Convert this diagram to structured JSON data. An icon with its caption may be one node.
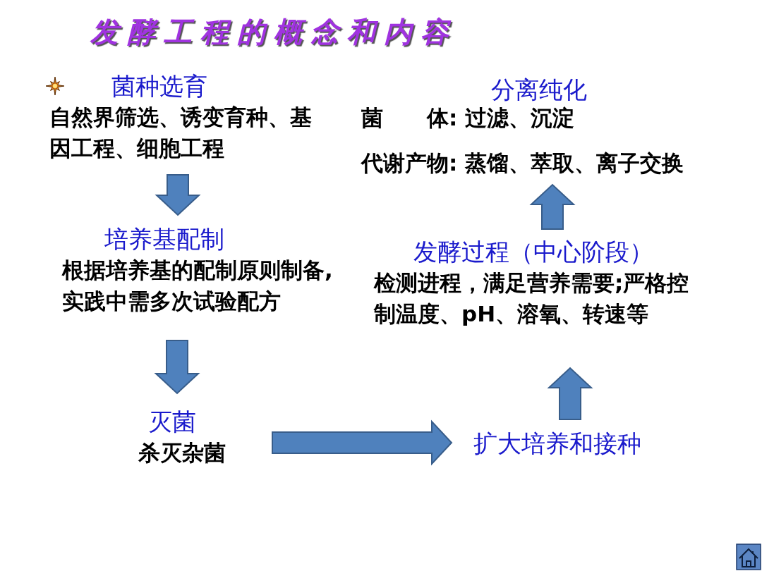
{
  "diagram": {
    "title": "发酵工程的概念和内容",
    "nodes": [
      {
        "text": [
          "菌种选育",
          "自然界筛选、诱变育种、基因工程、细胞工程"
        ]
      },
      {
        "text": [
          "培养基配制",
          "根据培养基的配制原则制备,实践中需多次试验配方"
        ]
      },
      {
        "text": [
          "灭菌",
          "杀灭杂菌"
        ]
      },
      {
        "text": [
          "扩大培养和接种"
        ]
      },
      {
        "text": [
          "发酵过程（中心阶段）",
          "检测进程，满足营养需要;严格控制温度、pH、溶氧、转速等"
        ]
      },
      {
        "text": [
          "分离纯化",
          "菌　　体: 过滤、沉淀",
          "代谢产物: 蒸馏、萃取、离子交换"
        ]
      }
    ],
    "edges": [
      {
        "from": 0,
        "to": 1,
        "arrow": "to"
      },
      {
        "from": 1,
        "to": 2,
        "arrow": "to"
      },
      {
        "from": 2,
        "to": 3,
        "arrow": "to"
      },
      {
        "from": 3,
        "to": 4,
        "arrow": "to"
      },
      {
        "from": 4,
        "to": 5,
        "arrow": "to"
      }
    ]
  }
}
